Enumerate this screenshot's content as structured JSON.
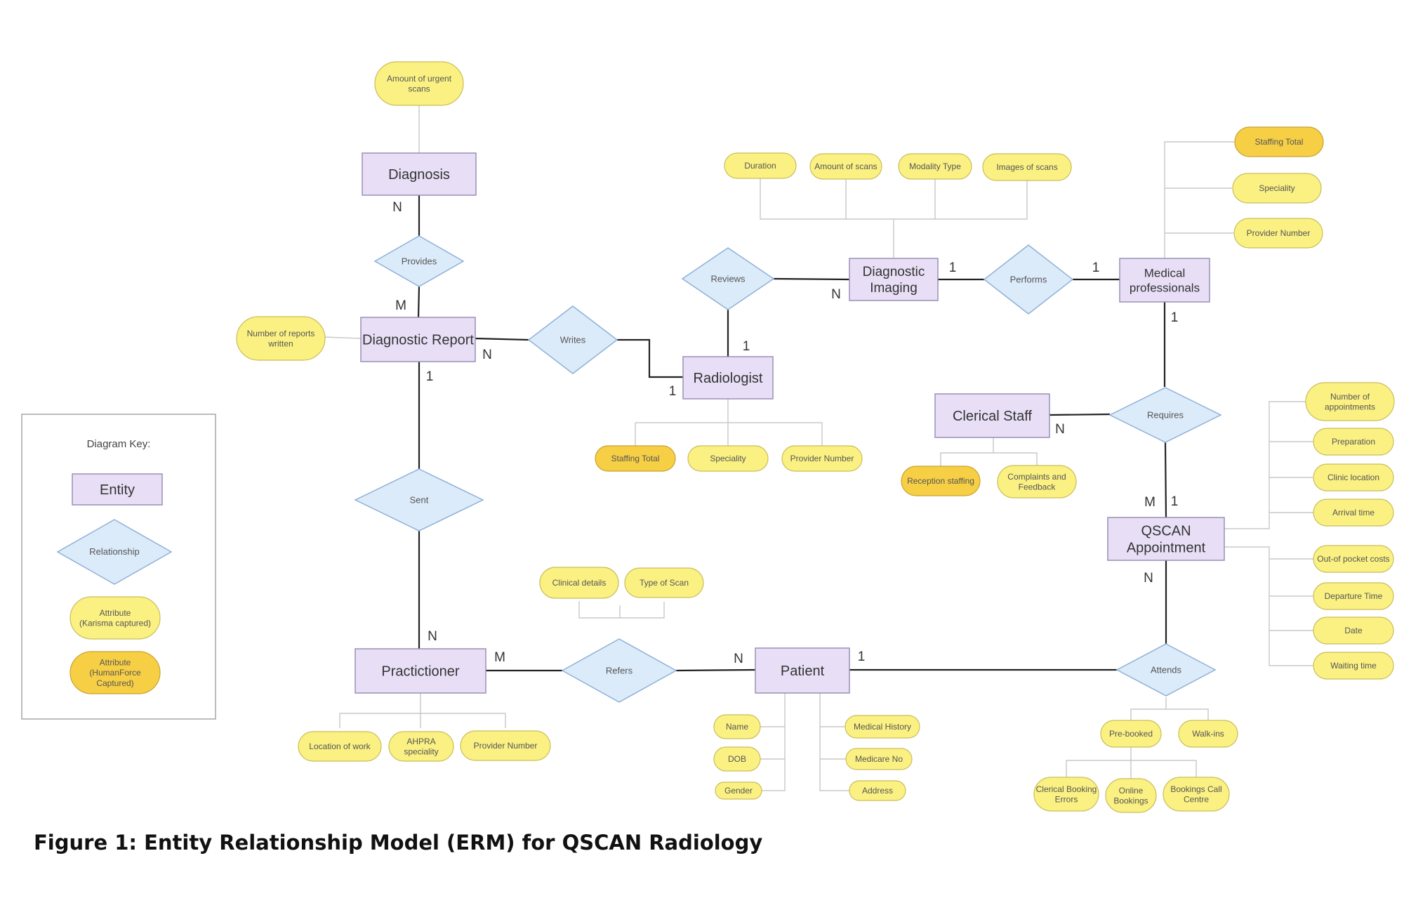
{
  "caption": "Figure 1: Entity Relationship Model (ERM) for QSCAN Radiology",
  "colors": {
    "entity_fill": "#e8dff7",
    "entity_stroke": "#9a8fb5",
    "relationship_fill": "#dcebfa",
    "relationship_stroke": "#8eb1d6",
    "attribute_karisma_fill": "#fbf183",
    "attribute_karisma_stroke": "#c9bd5a",
    "attribute_humanforce_fill": "#f7cf45",
    "attribute_humanforce_stroke": "#c9a232",
    "line": "#222222",
    "thin_line": "#c8c8c8"
  },
  "key": {
    "title": "Diagram Key:",
    "entity": "Entity",
    "relationship": "Relationship",
    "attribute_karisma": [
      "Attribute",
      "(Karisma captured)"
    ],
    "attribute_humanforce": [
      "Attribute",
      "(HumanForce",
      "Captured)"
    ]
  },
  "entities": {
    "diagnosis": [
      "Diagnosis"
    ],
    "diagnostic_report": [
      "Diagnostic Report"
    ],
    "radiologist": [
      "Radiologist"
    ],
    "diagnostic_imaging": [
      "Diagnostic",
      "Imaging"
    ],
    "medical_professionals": [
      "Medical",
      "professionals"
    ],
    "clerical_staff": [
      "Clerical Staff"
    ],
    "qscan_appointment": [
      "QSCAN",
      "Appointment"
    ],
    "practictioner": [
      "Practictioner"
    ],
    "patient": [
      "Patient"
    ]
  },
  "relationships": {
    "provides": "Provides",
    "writes": "Writes",
    "reviews": "Reviews",
    "performs": "Performs",
    "requires": "Requires",
    "sent": "Sent",
    "refers": "Refers",
    "attends": "Attends"
  },
  "attributes": {
    "amount_urgent_scans": [
      "Amount of urgent",
      "scans"
    ],
    "number_reports_written": [
      "Number of reports",
      "written"
    ],
    "duration": [
      "Duration"
    ],
    "amount_of_scans": [
      "Amount of scans"
    ],
    "modality_type": [
      "Modality Type"
    ],
    "images_of_scans": [
      "Images of scans"
    ],
    "mp_staffing_total": [
      "Staffing Total"
    ],
    "mp_speciality": [
      "Speciality"
    ],
    "mp_provider_number": [
      "Provider Number"
    ],
    "rad_staffing_total": [
      "Staffing Total"
    ],
    "rad_speciality": [
      "Speciality"
    ],
    "rad_provider_number": [
      "Provider Number"
    ],
    "reception_staffing": [
      "Reception staffing"
    ],
    "complaints_feedback": [
      "Complaints and",
      "Feedback"
    ],
    "number_of_appointments": [
      "Number of",
      "appointments"
    ],
    "preparation": [
      "Preparation"
    ],
    "clinic_location": [
      "Clinic location"
    ],
    "arrival_time": [
      "Arrival time"
    ],
    "out_of_pocket": [
      "Out-of pocket costs"
    ],
    "departure_time": [
      "Departure Time"
    ],
    "date": [
      "Date"
    ],
    "waiting_time": [
      "Waiting time"
    ],
    "clinical_details": [
      "Clinical details"
    ],
    "type_of_scan": [
      "Type of Scan"
    ],
    "location_of_work": [
      "Location of work"
    ],
    "ahpra_speciality": [
      "AHPRA",
      "speciality"
    ],
    "prac_provider_number": [
      "Provider Number"
    ],
    "name": [
      "Name"
    ],
    "dob": [
      "DOB"
    ],
    "gender": [
      "Gender"
    ],
    "medical_history": [
      "Medical History"
    ],
    "medicare_no": [
      "Medicare No"
    ],
    "address": [
      "Address"
    ],
    "pre_booked": [
      "Pre-booked"
    ],
    "walk_ins": [
      "Walk-ins"
    ],
    "clerical_booking_errors": [
      "Clerical Booking",
      "Errors"
    ],
    "online_bookings": [
      "Online",
      "Bookings"
    ],
    "bookings_call_centre": [
      "Bookings Call",
      "Centre"
    ]
  },
  "cardinalities": {
    "diagnosis_provides": "N",
    "provides_report": "M",
    "report_writes": "N",
    "report_sent": "1",
    "writes_radiologist": "1",
    "reviews_radiologist": "1",
    "reviews_imaging": "N",
    "imaging_performs": "1",
    "performs_medprof": "1",
    "medprof_requires": "1",
    "clerical_requires": "N",
    "appt_requires_m": "M",
    "appt_requires_1": "1",
    "appt_attends": "N",
    "sent_practictioner": "N",
    "practictioner_refers": "M",
    "refers_patient": "N",
    "patient_attends": "1"
  }
}
